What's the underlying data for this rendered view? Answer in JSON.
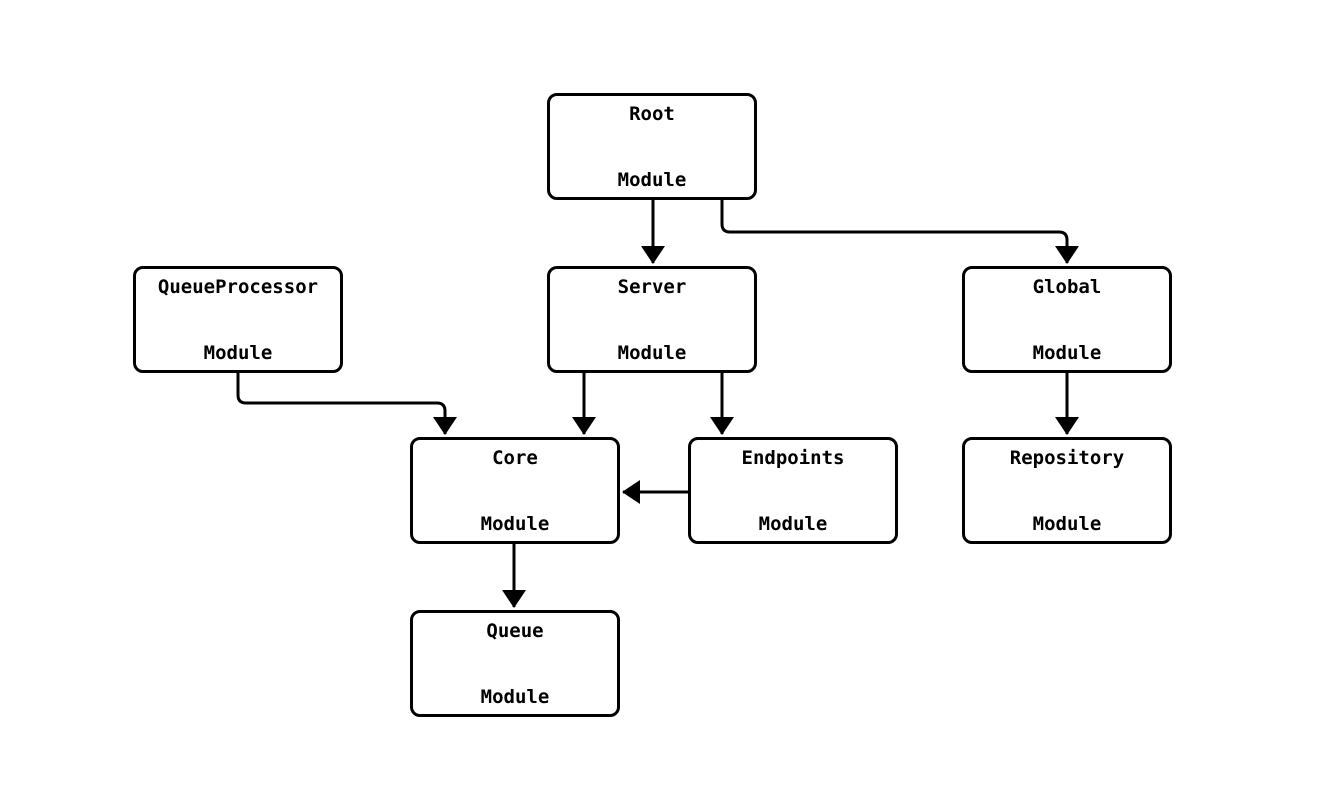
{
  "diagram": {
    "type": "flowchart",
    "background_color": "#ffffff",
    "node_fill_color": "#ffffff",
    "node_border_color": "#000000",
    "edge_color": "#000000",
    "text_color": "#000000",
    "nodes": [
      {
        "id": "root",
        "line1": "Root",
        "line2": "Module"
      },
      {
        "id": "queueprocessor",
        "line1": "QueueProcessor",
        "line2": "Module"
      },
      {
        "id": "server",
        "line1": "Server",
        "line2": "Module"
      },
      {
        "id": "global",
        "line1": "Global",
        "line2": "Module"
      },
      {
        "id": "core",
        "line1": "Core",
        "line2": "Module"
      },
      {
        "id": "endpoints",
        "line1": "Endpoints",
        "line2": "Module"
      },
      {
        "id": "repository",
        "line1": "Repository",
        "line2": "Module"
      },
      {
        "id": "queue",
        "line1": "Queue",
        "line2": "Module"
      }
    ],
    "edges": [
      {
        "from": "Root Module",
        "to": "Server Module"
      },
      {
        "from": "Root Module",
        "to": "Global Module"
      },
      {
        "from": "QueueProcessor Module",
        "to": "Core Module"
      },
      {
        "from": "Server Module",
        "to": "Core Module"
      },
      {
        "from": "Server Module",
        "to": "Endpoints Module"
      },
      {
        "from": "Endpoints Module",
        "to": "Core Module"
      },
      {
        "from": "Global Module",
        "to": "Repository Module"
      },
      {
        "from": "Core Module",
        "to": "Queue Module"
      }
    ]
  }
}
